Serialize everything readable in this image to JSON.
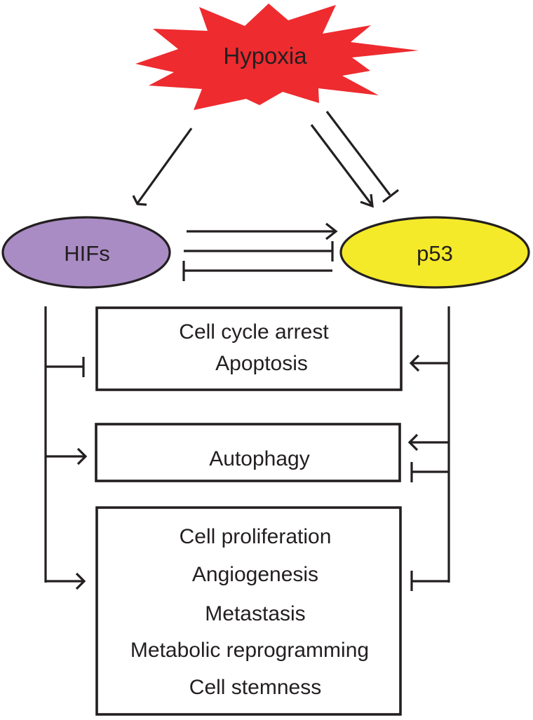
{
  "diagram": {
    "description": "Crosstalk between hypoxia, HIFs and p53 and their effects on cellular processes",
    "nodes": {
      "hypoxia": {
        "label": "Hypoxia",
        "shape": "starburst",
        "fill": "#ee2b2f"
      },
      "hifs": {
        "label": "HIFs",
        "shape": "ellipse",
        "fill": "#a98cc4"
      },
      "p53": {
        "label": "p53",
        "shape": "ellipse",
        "fill": "#f4ea29"
      }
    },
    "boxes": [
      {
        "id": "box-1",
        "lines": [
          "Cell cycle arrest",
          "Apoptosis"
        ]
      },
      {
        "id": "box-2",
        "lines": [
          "Autophagy"
        ]
      },
      {
        "id": "box-3",
        "lines": [
          "Cell proliferation",
          "Angiogenesis",
          "Metastasis",
          "Metabolic reprogramming",
          "Cell stemness"
        ]
      }
    ],
    "edges": [
      {
        "from": "hypoxia",
        "to": "hifs",
        "type": "activation"
      },
      {
        "from": "hypoxia",
        "to": "p53",
        "type": "activation"
      },
      {
        "from": "hypoxia",
        "to": "p53",
        "type": "inhibition"
      },
      {
        "from": "hifs",
        "to": "p53",
        "type": "activation"
      },
      {
        "from": "hifs",
        "to": "p53",
        "type": "inhibition"
      },
      {
        "from": "p53",
        "to": "hifs",
        "type": "inhibition"
      },
      {
        "from": "hifs",
        "to": "box-1",
        "type": "inhibition"
      },
      {
        "from": "hifs",
        "to": "box-2",
        "type": "activation"
      },
      {
        "from": "hifs",
        "to": "box-3",
        "type": "activation"
      },
      {
        "from": "p53",
        "to": "box-1",
        "type": "activation"
      },
      {
        "from": "p53",
        "to": "box-2",
        "type": "activation"
      },
      {
        "from": "p53",
        "to": "box-2",
        "type": "inhibition"
      },
      {
        "from": "p53",
        "to": "box-3",
        "type": "inhibition"
      }
    ],
    "line_color": "#231f20"
  }
}
